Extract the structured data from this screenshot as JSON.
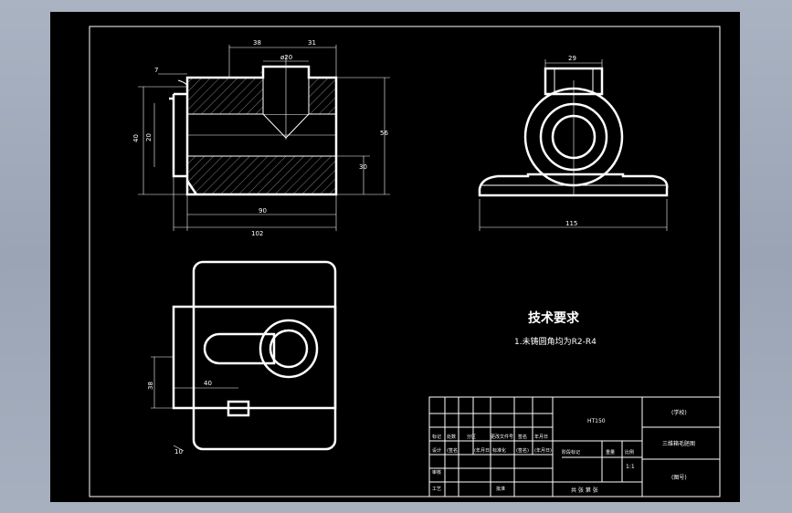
{
  "drawing": {
    "front_view": {
      "dims": {
        "d38": "38",
        "d31": "31",
        "d20": "ø20",
        "d7": "7",
        "d40": "40",
        "d20b": "20",
        "d30": "30",
        "d56": "56",
        "d90": "90",
        "d102": "102"
      }
    },
    "side_view": {
      "dims": {
        "d29": "29",
        "d115": "115"
      }
    },
    "top_view": {
      "dims": {
        "d38": "38",
        "d40": "40",
        "d10": "10"
      }
    },
    "tech_req": {
      "title": "技术要求",
      "line1": "1.未铸圆角均为R2-R4"
    },
    "title_block": {
      "material": "HT150",
      "school": "(学校)",
      "part_name": "三维箱毛胚图",
      "drawing_no": "(图号)",
      "row_labels": [
        "标记",
        "处数",
        "分区",
        "更改文件号",
        "签名",
        "年月日"
      ],
      "row_labels2": [
        "设计",
        "(签名)",
        "(年月日)",
        "标准化",
        "(签名)",
        "(年月日)"
      ],
      "approve": "审核",
      "craft": "工艺",
      "approve2": "批准",
      "weight": "重量",
      "scale": "比例",
      "scale_val": "1:1",
      "sheets": "共 张 第 张",
      "stage": "阶段标记"
    }
  }
}
